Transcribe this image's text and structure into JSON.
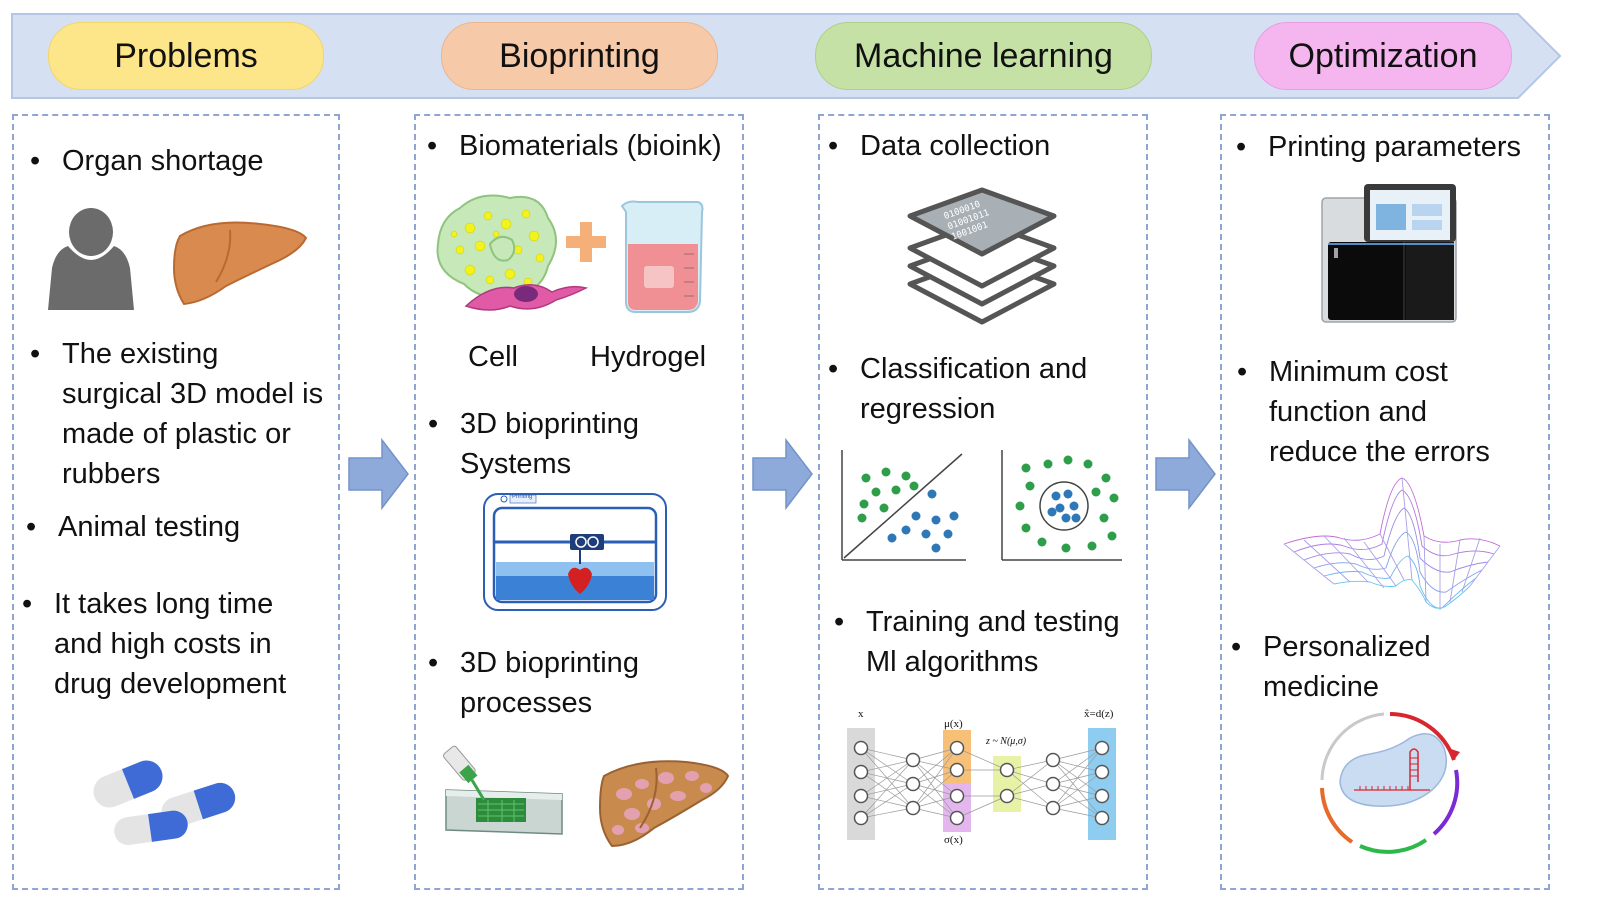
{
  "stages": [
    {
      "title": "Problems",
      "color": "#fde68a"
    },
    {
      "title": "Bioprinting",
      "color": "#f6c9a8"
    },
    {
      "title": "Machine learning",
      "color": "#c5e1a5"
    },
    {
      "title": "Optimization",
      "color": "#f5b6f0"
    }
  ],
  "problems": {
    "organ": "Organ shortage",
    "model": "The existing\nsurgical 3D model is\nmade of plastic or\nrubbers",
    "animal": "Animal testing",
    "costs": "It takes long time\nand high costs in\ndrug development"
  },
  "bioprinting": {
    "bioink": "Biomaterials (bioink)",
    "cell": "Cell",
    "hydrogel": "Hydrogel",
    "systems": "3D bioprinting\nSystems",
    "processes": "3D bioprinting\nprocesses",
    "printer_screen": "Printing"
  },
  "ml": {
    "data": "Data collection",
    "classification": "Classification and\nregression",
    "training": "Training and testing\nMl algorithms",
    "binary": [
      "0100010",
      "01001011",
      "1001001"
    ],
    "net_x": "x",
    "net_mu": "μ(x)",
    "net_sigma": "σ(x)",
    "net_z": "z ~ N(μ,σ)",
    "net_out": "x̂=d(z)"
  },
  "optimization": {
    "params": "Printing parameters",
    "cost": "Minimum cost\nfunction and\nreduce the errors",
    "personalized": "Personalized\nmedicine"
  },
  "colors": {
    "banner": "#d6e0f3",
    "banner_border": "#b4c5e6",
    "arrow": "#8eaadb",
    "panel_border": "#8fa6d4"
  }
}
